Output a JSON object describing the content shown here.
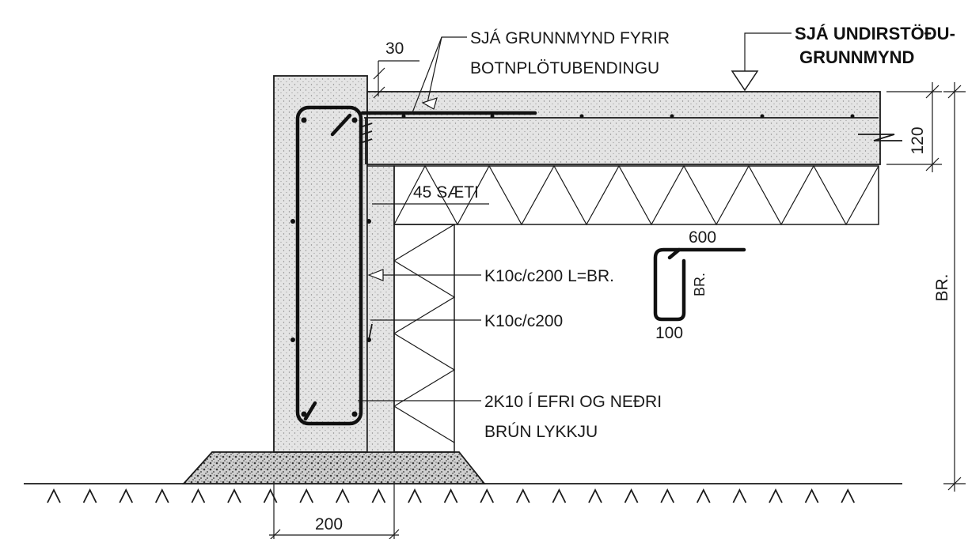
{
  "labels": {
    "dim_30": "30",
    "note_slab_rebar_line1": "SJÁ GRUNNMYND FYRIR",
    "note_slab_rebar_line2": "BOTNPLÖTUBENDINGU",
    "note_foundation_line1": "SJÁ UNDIRSTÖÐU-",
    "note_foundation_line2": "GRUNNMYND",
    "dim_120": "120",
    "note_45": "45 SÆTI",
    "bar_600": "600",
    "bar_br_small": "BR.",
    "bar_100": "100",
    "dim_br": "BR.",
    "rebar_1": "K10c/c200 L=BR.",
    "rebar_2": "K10c/c200",
    "rebar_3_line1": "2K10 Í EFRI OG NEÐRI",
    "rebar_3_line2": "BRÚN LYKKJU",
    "dim_200": "200"
  },
  "colors": {
    "line": "#1a1a1a",
    "concrete_fill": "#e2e2e2",
    "background": "#ffffff"
  }
}
